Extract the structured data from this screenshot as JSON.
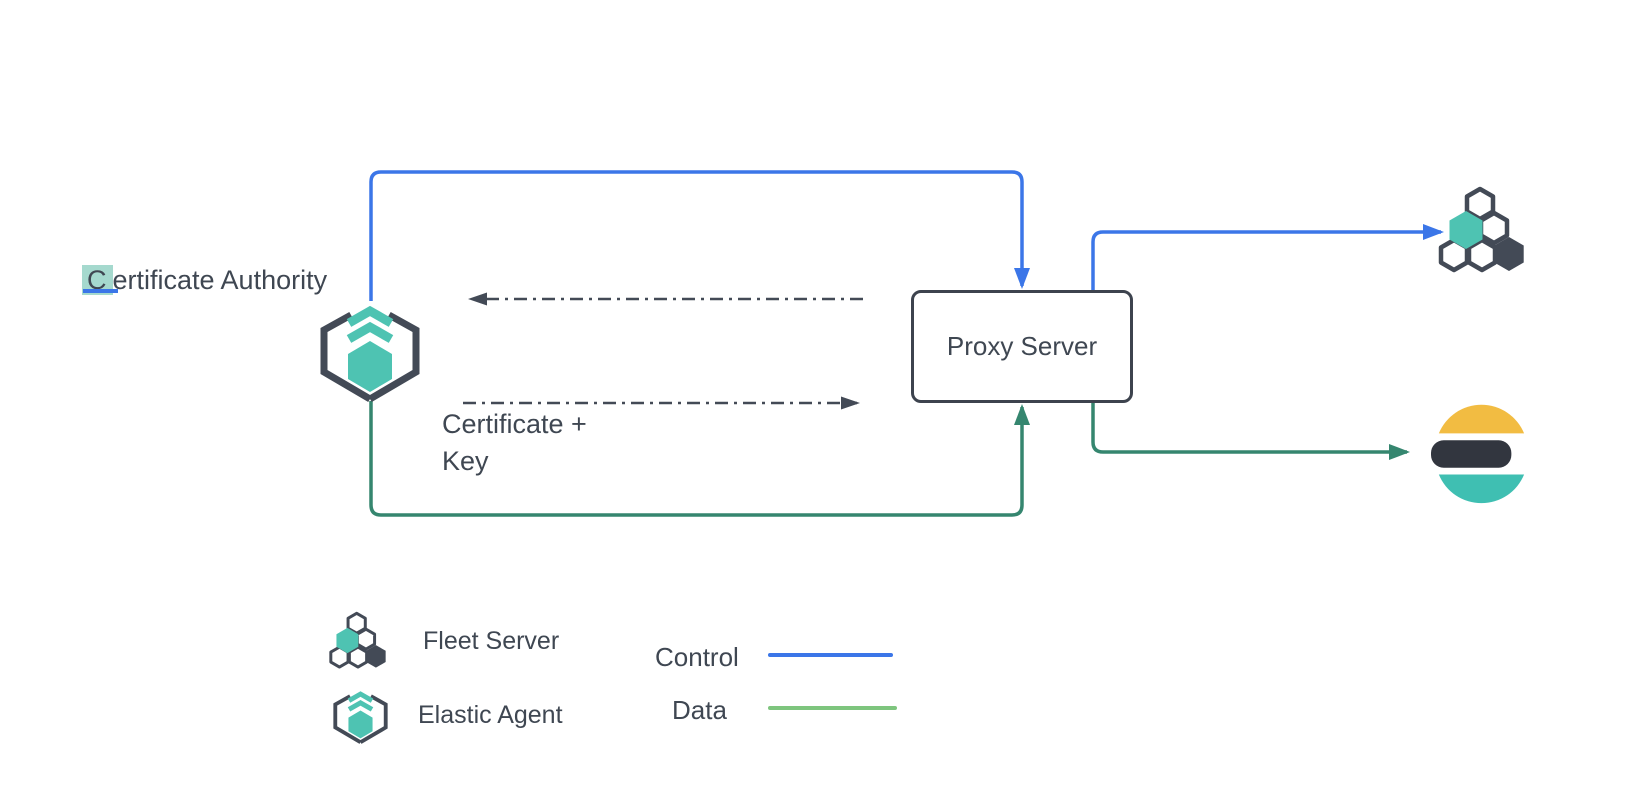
{
  "colors": {
    "control_blue": "#3B76E8",
    "data_green": "#35866F",
    "legend_data_green": "#7EC57E",
    "slate": "#434A56",
    "text_slate": "#3F4752",
    "box_border": "#3D434E",
    "teal": "#4EC3B2",
    "selection_teal": "#A5D9CE",
    "elastic_yellow": "#F2BC42",
    "elastic_dark": "#32363F",
    "elastic_teal": "#3FBFB2"
  },
  "nodes": {
    "certificate_authority": {
      "selected_char": "C",
      "rest": "ertificate Authority"
    },
    "proxy_server": {
      "label": "Proxy Server"
    },
    "certificate_key": {
      "line1": "Certificate +",
      "line2": "Key"
    }
  },
  "legend": {
    "fleet_server_label": "Fleet Server",
    "elastic_agent_label": "Elastic Agent",
    "control_label": "Control",
    "data_label": "Data"
  }
}
